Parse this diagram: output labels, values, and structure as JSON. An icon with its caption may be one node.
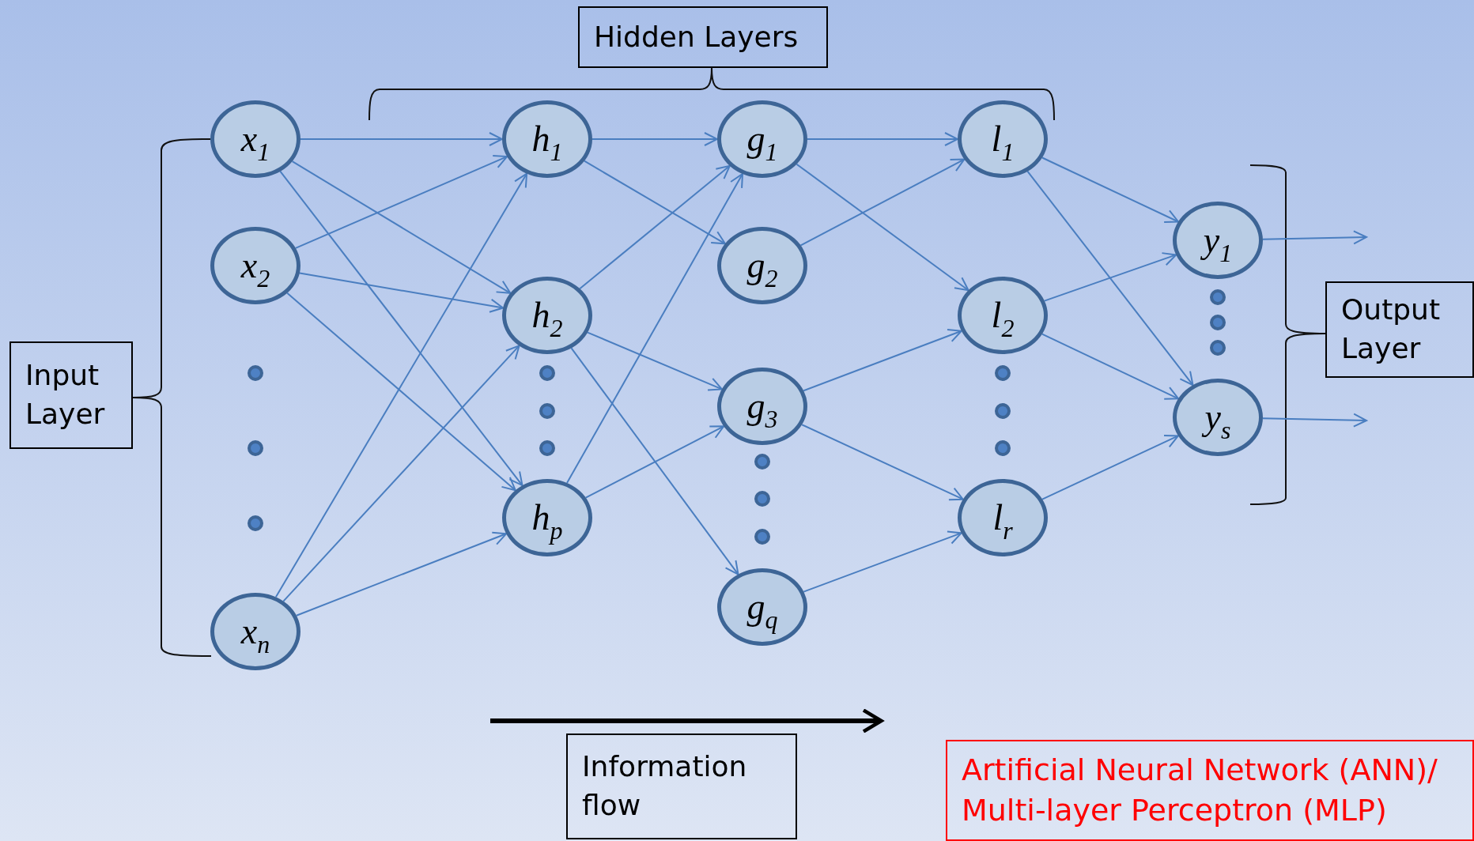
{
  "diagram": {
    "nodes": [
      {
        "text": [
          "Hidden Layers"
        ]
      },
      {
        "text": [
          "Input Layer"
        ]
      },
      {
        "text": [
          "x$_{1}$"
        ]
      },
      {
        "text": [
          "x$_{2}$"
        ]
      },
      {
        "text": [
          "x$_{n}$"
        ]
      },
      {
        "text": [
          "h$_{1}$"
        ]
      },
      {
        "text": [
          "h$_{2}$"
        ]
      },
      {
        "text": [
          "h$_{p}$"
        ]
      },
      {
        "text": [
          "g$_{1}$"
        ]
      },
      {
        "text": [
          "g$_{2}$"
        ]
      },
      {
        "text": [
          "g$_{3}$"
        ]
      },
      {
        "text": [
          "g$_{q}$"
        ]
      },
      {
        "text": [
          "l$_{1}$"
        ]
      },
      {
        "text": [
          "l$_{2}$"
        ]
      },
      {
        "text": [
          "l$_{r}$"
        ]
      },
      {
        "text": [
          "y$_{1}$"
        ]
      },
      {
        "text": [
          "y$_{s}$"
        ]
      },
      {
        "text": [
          "Output Layer"
        ]
      },
      {
        "text": [
          "Information flow"
        ]
      },
      {
        "text": [
          "Artificial Neural Network (ANN)/ Multi-layer Perceptron (MLP)"
        ]
      }
    ],
    "edges": [
      {
        "from": 2,
        "to": 5,
        "arrow": "to"
      },
      {
        "from": 2,
        "to": 6,
        "arrow": "to"
      },
      {
        "from": 2,
        "to": 7,
        "arrow": "to"
      },
      {
        "from": 3,
        "to": 5,
        "arrow": "to"
      },
      {
        "from": 3,
        "to": 6,
        "arrow": "to"
      },
      {
        "from": 3,
        "to": 7,
        "arrow": "to"
      },
      {
        "from": 4,
        "to": 5,
        "arrow": "to"
      },
      {
        "from": 4,
        "to": 6,
        "arrow": "to"
      },
      {
        "from": 4,
        "to": 7,
        "arrow": "to"
      },
      {
        "from": 5,
        "to": 8,
        "arrow": "to"
      },
      {
        "from": 5,
        "to": 9,
        "arrow": "to"
      },
      {
        "from": 6,
        "to": 8,
        "arrow": "to"
      },
      {
        "from": 6,
        "to": 10,
        "arrow": "to"
      },
      {
        "from": 6,
        "to": 11,
        "arrow": "to"
      },
      {
        "from": 7,
        "to": 8,
        "arrow": "to"
      },
      {
        "from": 7,
        "to": 10,
        "arrow": "to"
      },
      {
        "from": 8,
        "to": 12,
        "arrow": "to"
      },
      {
        "from": 8,
        "to": 13,
        "arrow": "to"
      },
      {
        "from": 9,
        "to": 12,
        "arrow": "to"
      },
      {
        "from": 10,
        "to": 13,
        "arrow": "to"
      },
      {
        "from": 10,
        "to": 14,
        "arrow": "to"
      },
      {
        "from": 11,
        "to": 14,
        "arrow": "to"
      },
      {
        "from": 12,
        "to": 15,
        "arrow": "to"
      },
      {
        "from": 12,
        "to": 16,
        "arrow": "to"
      },
      {
        "from": 13,
        "to": 15,
        "arrow": "to"
      },
      {
        "from": 13,
        "to": 16,
        "arrow": "to"
      },
      {
        "from": 14,
        "to": 16,
        "arrow": "to"
      },
      {
        "from": 15,
        "to": null,
        "arrow": "to"
      },
      {
        "from": 16,
        "to": null,
        "arrow": "to"
      }
    ]
  }
}
